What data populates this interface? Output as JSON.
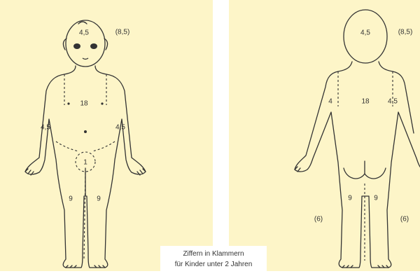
{
  "front": {
    "head": "4,5",
    "head_child": "(8,5)",
    "trunk": "18",
    "arm_left": "4,5",
    "arm_right": "4,5",
    "genital": "1",
    "leg_left": "9",
    "leg_right": "9"
  },
  "back": {
    "head": "4,5",
    "head_child": "(8,5)",
    "trunk": "18",
    "arm_left": "4",
    "arm_right": "4,5",
    "leg_left": "9",
    "leg_right": "9",
    "leg_child_left": "(6)",
    "leg_child_right": "(6)"
  },
  "caption": {
    "line1": "Ziffern in Klammern",
    "line2": "für Kinder unter 2 Jahren"
  }
}
